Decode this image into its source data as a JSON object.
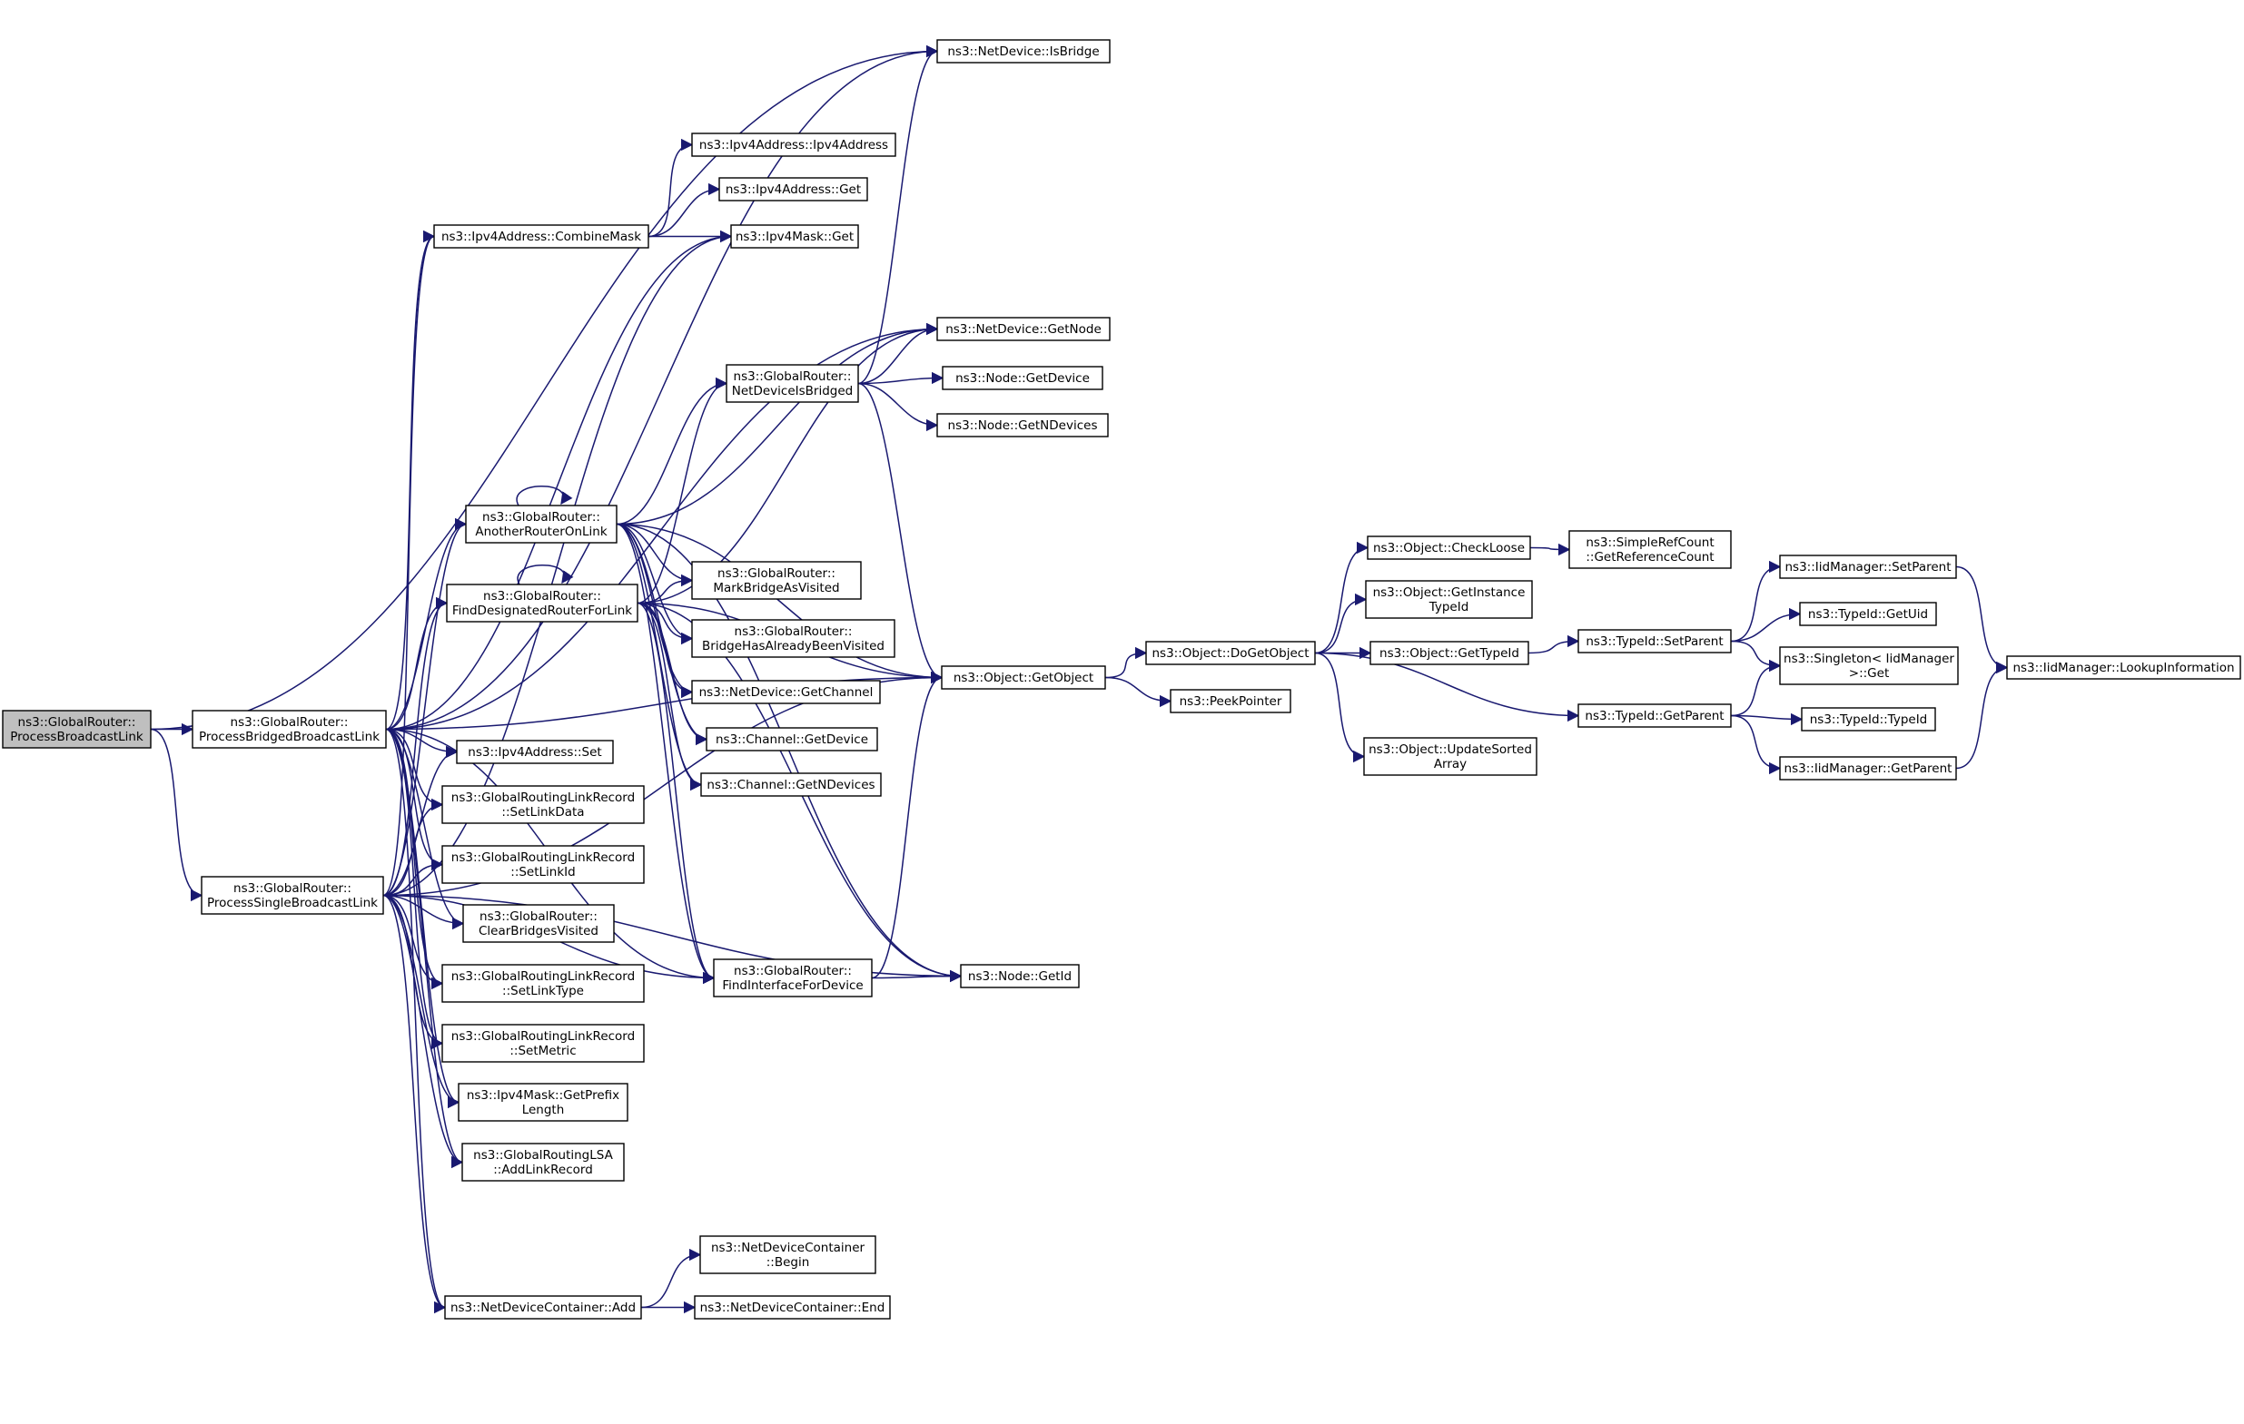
{
  "graph": {
    "nodes": [
      {
        "id": "root",
        "lines": [
          "ns3::GlobalRouter::",
          "ProcessBroadcastLink"
        ],
        "root": true
      },
      {
        "id": "pbbl",
        "lines": [
          "ns3::GlobalRouter::",
          "ProcessBridgedBroadcastLink"
        ]
      },
      {
        "id": "psbl",
        "lines": [
          "ns3::GlobalRouter::",
          "ProcessSingleBroadcastLink"
        ]
      },
      {
        "id": "isbridge",
        "lines": [
          "ns3::NetDevice::IsBridge"
        ]
      },
      {
        "id": "ipv4ctor",
        "lines": [
          "ns3::Ipv4Address::Ipv4Address"
        ]
      },
      {
        "id": "ipv4get",
        "lines": [
          "ns3::Ipv4Address::Get"
        ]
      },
      {
        "id": "combine",
        "lines": [
          "ns3::Ipv4Address::CombineMask"
        ]
      },
      {
        "id": "maskget",
        "lines": [
          "ns3::Ipv4Mask::Get"
        ]
      },
      {
        "id": "getnode",
        "lines": [
          "ns3::NetDevice::GetNode"
        ]
      },
      {
        "id": "ndbridged",
        "lines": [
          "ns3::GlobalRouter::",
          "NetDeviceIsBridged"
        ]
      },
      {
        "id": "nodegetdev",
        "lines": [
          "ns3::Node::GetDevice"
        ]
      },
      {
        "id": "nodegetn",
        "lines": [
          "ns3::Node::GetNDevices"
        ]
      },
      {
        "id": "another",
        "lines": [
          "ns3::GlobalRouter::",
          "AnotherRouterOnLink"
        ]
      },
      {
        "id": "mark",
        "lines": [
          "ns3::GlobalRouter::",
          "MarkBridgeAsVisited"
        ]
      },
      {
        "id": "finddr",
        "lines": [
          "ns3::GlobalRouter::",
          "FindDesignatedRouterForLink"
        ]
      },
      {
        "id": "hasbeen",
        "lines": [
          "ns3::GlobalRouter::",
          "BridgeHasAlreadyBeenVisited"
        ]
      },
      {
        "id": "getchan",
        "lines": [
          "ns3::NetDevice::GetChannel"
        ]
      },
      {
        "id": "getobj",
        "lines": [
          "ns3::Object::GetObject"
        ]
      },
      {
        "id": "chgetdev",
        "lines": [
          "ns3::Channel::GetDevice"
        ]
      },
      {
        "id": "ipv4set",
        "lines": [
          "ns3::Ipv4Address::Set"
        ]
      },
      {
        "id": "chgetn",
        "lines": [
          "ns3::Channel::GetNDevices"
        ]
      },
      {
        "id": "setlinkdata",
        "lines": [
          "ns3::GlobalRoutingLinkRecord",
          "::SetLinkData"
        ]
      },
      {
        "id": "setlinkid",
        "lines": [
          "ns3::GlobalRoutingLinkRecord",
          "::SetLinkId"
        ]
      },
      {
        "id": "clearbr",
        "lines": [
          "ns3::GlobalRouter::",
          "ClearBridgesVisited"
        ]
      },
      {
        "id": "findif",
        "lines": [
          "ns3::GlobalRouter::",
          "FindInterfaceForDevice"
        ]
      },
      {
        "id": "nodegetid",
        "lines": [
          "ns3::Node::GetId"
        ]
      },
      {
        "id": "setlinktype",
        "lines": [
          "ns3::GlobalRoutingLinkRecord",
          "::SetLinkType"
        ]
      },
      {
        "id": "setmetric",
        "lines": [
          "ns3::GlobalRoutingLinkRecord",
          "::SetMetric"
        ]
      },
      {
        "id": "prefixlen",
        "lines": [
          "ns3::Ipv4Mask::GetPrefix",
          "Length"
        ]
      },
      {
        "id": "addlink",
        "lines": [
          "ns3::GlobalRoutingLSA",
          "::AddLinkRecord"
        ]
      },
      {
        "id": "ndcbegin",
        "lines": [
          "ns3::NetDeviceContainer",
          "::Begin"
        ]
      },
      {
        "id": "ndcadd",
        "lines": [
          "ns3::NetDeviceContainer::Add"
        ]
      },
      {
        "id": "ndcend",
        "lines": [
          "ns3::NetDeviceContainer::End"
        ]
      },
      {
        "id": "dogetobj",
        "lines": [
          "ns3::Object::DoGetObject"
        ]
      },
      {
        "id": "peek",
        "lines": [
          "ns3::PeekPointer"
        ]
      },
      {
        "id": "checkloose",
        "lines": [
          "ns3::Object::CheckLoose"
        ]
      },
      {
        "id": "refcount",
        "lines": [
          "ns3::SimpleRefCount",
          "::GetReferenceCount"
        ]
      },
      {
        "id": "getinst",
        "lines": [
          "ns3::Object::GetInstance",
          "TypeId"
        ]
      },
      {
        "id": "gettypeid",
        "lines": [
          "ns3::Object::GetTypeId"
        ]
      },
      {
        "id": "updsorted",
        "lines": [
          "ns3::Object::UpdateSorted",
          "Array"
        ]
      },
      {
        "id": "tsetparent",
        "lines": [
          "ns3::TypeId::SetParent"
        ]
      },
      {
        "id": "tgetparent",
        "lines": [
          "ns3::TypeId::GetParent"
        ]
      },
      {
        "id": "iidsetparent",
        "lines": [
          "ns3::IidManager::SetParent"
        ]
      },
      {
        "id": "tgetuid",
        "lines": [
          "ns3::TypeId::GetUid"
        ]
      },
      {
        "id": "singleton",
        "lines": [
          "ns3::Singleton< IidManager",
          " >::Get"
        ]
      },
      {
        "id": "typeid",
        "lines": [
          "ns3::TypeId::TypeId"
        ]
      },
      {
        "id": "iidgetparent",
        "lines": [
          "ns3::IidManager::GetParent"
        ]
      },
      {
        "id": "lookup",
        "lines": [
          "ns3::IidManager::LookupInformation"
        ]
      }
    ],
    "edges": [
      [
        "root",
        "pbbl"
      ],
      [
        "root",
        "psbl"
      ],
      [
        "root",
        "isbridge"
      ],
      [
        "pbbl",
        "isbridge"
      ],
      [
        "pbbl",
        "combine"
      ],
      [
        "pbbl",
        "maskget"
      ],
      [
        "pbbl",
        "getnode"
      ],
      [
        "pbbl",
        "another"
      ],
      [
        "pbbl",
        "finddr"
      ],
      [
        "pbbl",
        "getobj"
      ],
      [
        "pbbl",
        "ipv4set"
      ],
      [
        "pbbl",
        "setlinkdata"
      ],
      [
        "pbbl",
        "setlinkid"
      ],
      [
        "pbbl",
        "clearbr"
      ],
      [
        "pbbl",
        "findif"
      ],
      [
        "pbbl",
        "setlinktype"
      ],
      [
        "pbbl",
        "setmetric"
      ],
      [
        "pbbl",
        "prefixlen"
      ],
      [
        "pbbl",
        "addlink"
      ],
      [
        "pbbl",
        "ndcadd"
      ],
      [
        "psbl",
        "combine"
      ],
      [
        "psbl",
        "another"
      ],
      [
        "psbl",
        "finddr"
      ],
      [
        "psbl",
        "ipv4set"
      ],
      [
        "psbl",
        "setlinkdata"
      ],
      [
        "psbl",
        "setlinkid"
      ],
      [
        "psbl",
        "clearbr"
      ],
      [
        "psbl",
        "setlinktype"
      ],
      [
        "psbl",
        "setmetric"
      ],
      [
        "psbl",
        "prefixlen"
      ],
      [
        "psbl",
        "addlink"
      ],
      [
        "psbl",
        "ndcadd"
      ],
      [
        "psbl",
        "findif"
      ],
      [
        "psbl",
        "getobj"
      ],
      [
        "psbl",
        "nodegetid"
      ],
      [
        "psbl",
        "maskget"
      ],
      [
        "combine",
        "ipv4ctor"
      ],
      [
        "combine",
        "ipv4get"
      ],
      [
        "combine",
        "maskget"
      ],
      [
        "another",
        "another"
      ],
      [
        "another",
        "getnode"
      ],
      [
        "another",
        "ndbridged"
      ],
      [
        "another",
        "mark"
      ],
      [
        "another",
        "hasbeen"
      ],
      [
        "another",
        "getchan"
      ],
      [
        "another",
        "chgetdev"
      ],
      [
        "another",
        "chgetn"
      ],
      [
        "another",
        "getobj"
      ],
      [
        "another",
        "nodegetid"
      ],
      [
        "another",
        "findif"
      ],
      [
        "finddr",
        "finddr"
      ],
      [
        "finddr",
        "ndbridged"
      ],
      [
        "finddr",
        "mark"
      ],
      [
        "finddr",
        "hasbeen"
      ],
      [
        "finddr",
        "getchan"
      ],
      [
        "finddr",
        "chgetdev"
      ],
      [
        "finddr",
        "chgetn"
      ],
      [
        "finddr",
        "getobj"
      ],
      [
        "finddr",
        "nodegetid"
      ],
      [
        "finddr",
        "findif"
      ],
      [
        "finddr",
        "getnode"
      ],
      [
        "ndbridged",
        "isbridge"
      ],
      [
        "ndbridged",
        "getnode"
      ],
      [
        "ndbridged",
        "nodegetdev"
      ],
      [
        "ndbridged",
        "nodegetn"
      ],
      [
        "ndbridged",
        "getobj"
      ],
      [
        "findif",
        "getobj"
      ],
      [
        "findif",
        "nodegetid"
      ],
      [
        "ndcadd",
        "ndcbegin"
      ],
      [
        "ndcadd",
        "ndcend"
      ],
      [
        "getobj",
        "dogetobj"
      ],
      [
        "getobj",
        "peek"
      ],
      [
        "dogetobj",
        "checkloose"
      ],
      [
        "dogetobj",
        "getinst"
      ],
      [
        "dogetobj",
        "gettypeid"
      ],
      [
        "dogetobj",
        "updsorted"
      ],
      [
        "dogetobj",
        "tgetparent"
      ],
      [
        "checkloose",
        "refcount"
      ],
      [
        "gettypeid",
        "tsetparent"
      ],
      [
        "tsetparent",
        "iidsetparent"
      ],
      [
        "tsetparent",
        "tgetuid"
      ],
      [
        "tsetparent",
        "singleton"
      ],
      [
        "tgetparent",
        "singleton"
      ],
      [
        "tgetparent",
        "typeid"
      ],
      [
        "tgetparent",
        "iidgetparent"
      ],
      [
        "iidsetparent",
        "lookup"
      ],
      [
        "iidgetparent",
        "lookup"
      ]
    ]
  }
}
